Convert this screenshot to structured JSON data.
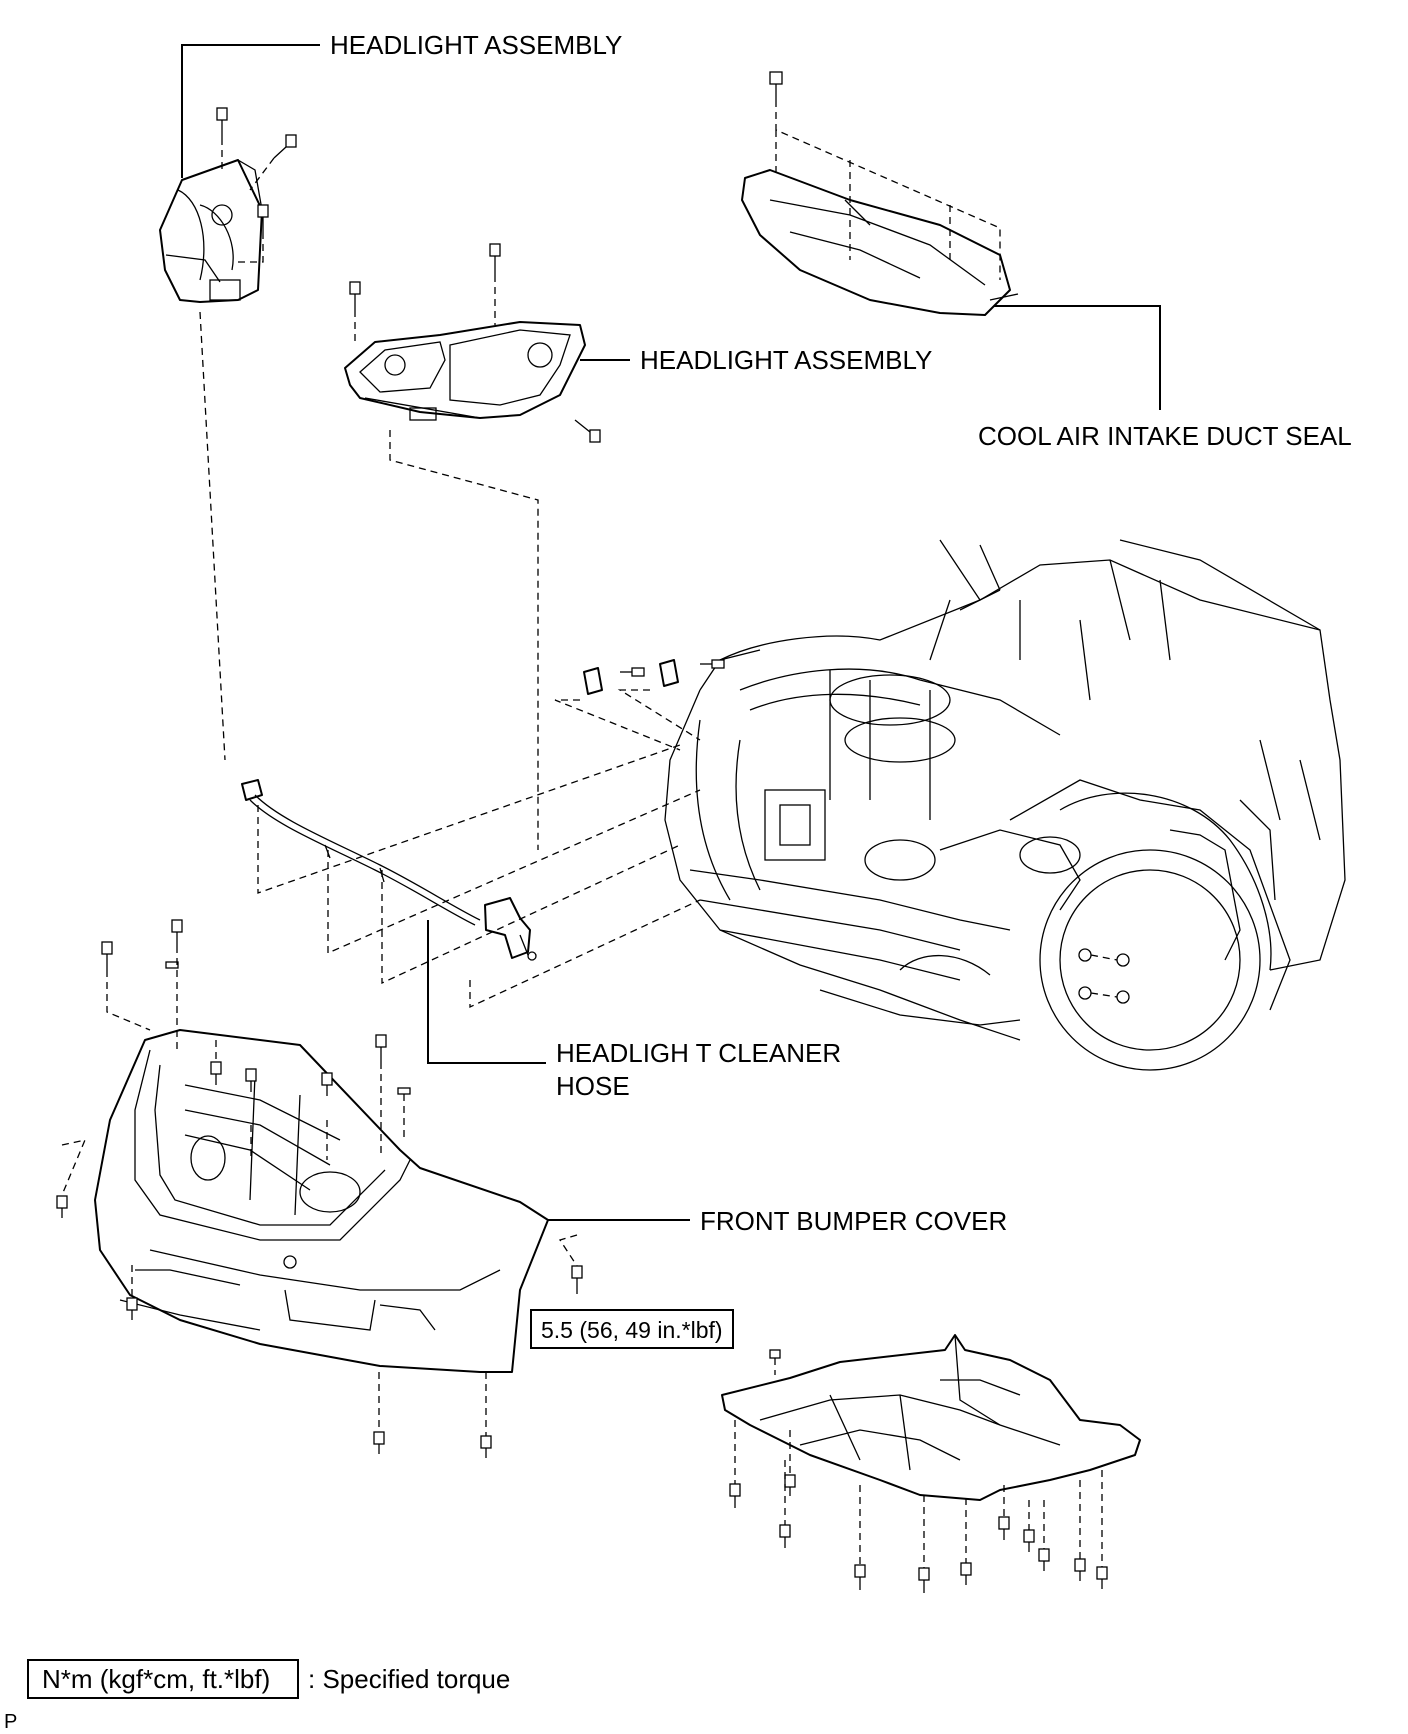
{
  "labels": {
    "headlight_assembly_left": "HEADLIGHT ASSEMBLY",
    "headlight_assembly_right": "HEADLIGHT ASSEMBLY",
    "cool_air_intake_duct_seal": "COOL AIR INTAKE DUCT SEAL",
    "headlight_cleaner_hose_line1": "HEADLIGH  T CLEANER",
    "headlight_cleaner_hose_line2": "HOSE",
    "front_bumper_cover": "FRONT BUMPER COVER"
  },
  "torque_callout": "5.5 (56, 49 in.*lbf)",
  "legend": {
    "unit_box": "N*m (kgf*cm, ft.*lbf)",
    "description": ": Specified torque"
  },
  "footer_code": "P"
}
